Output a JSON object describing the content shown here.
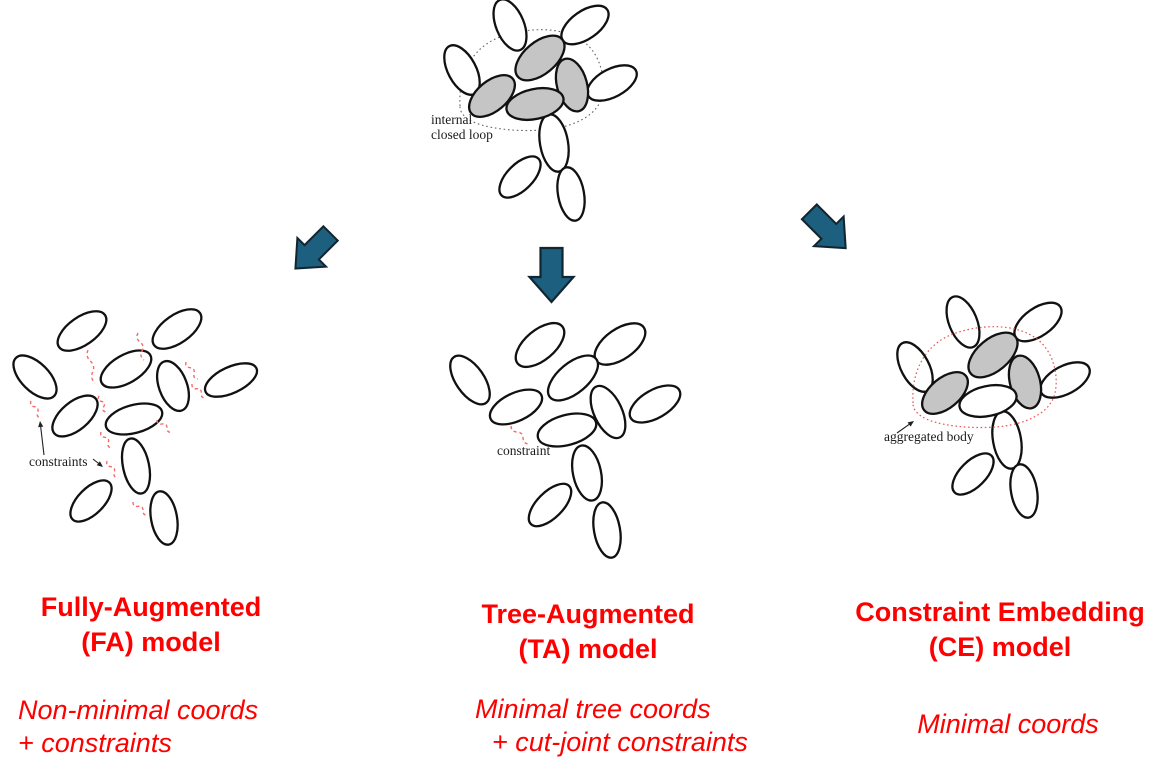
{
  "slide": {
    "source_diagram": {
      "label_line1": "internal",
      "label_line2": "closed loop"
    },
    "models": {
      "fa": {
        "title_line1": "Fully-Augmented",
        "title_line2": "(FA) model",
        "subtitle_line1": "Non-minimal coords",
        "subtitle_line2": "+ constraints",
        "annotation": "constraints"
      },
      "ta": {
        "title_line1": "Tree-Augmented",
        "title_line2": "(TA) model",
        "subtitle_line1": "Minimal tree coords",
        "subtitle_line2": "+ cut-joint constraints",
        "annotation": "constraint"
      },
      "ce": {
        "title_line1": "Constraint Embedding",
        "title_line2": "(CE) model",
        "subtitle": "Minimal coords",
        "annotation": "aggregated body"
      }
    },
    "colors": {
      "model_text_red": "#fe0000",
      "arrow_fill": "#1d5f7f",
      "arrow_outline": "#132630",
      "body_outline": "#111111",
      "body_fill_white": "#ffffff",
      "aggregated_body_fill": "#c5c5c5",
      "constraint_dash_red": "#f56a6a",
      "loop_dotted_gray": "#666666",
      "loop_dotted_red": "#e65555",
      "annotation_text": "#1b1b1b"
    }
  }
}
